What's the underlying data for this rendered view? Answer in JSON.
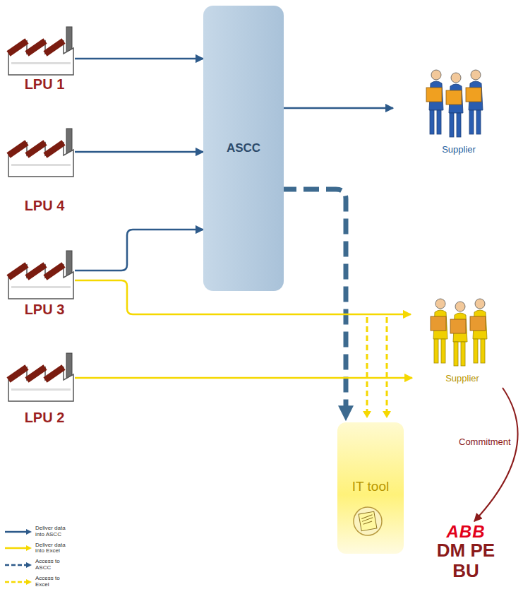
{
  "diagram": {
    "nodes": [
      {
        "text": [
          "LPU 1"
        ]
      },
      {
        "text": [
          "ASCC"
        ]
      },
      {
        "text": [
          "Supplier"
        ]
      },
      {
        "text": [
          "LPU 4"
        ]
      },
      {
        "text": [
          "LPU 3"
        ]
      },
      {
        "text": [
          "Supplier"
        ]
      },
      {
        "text": [
          "LPU 2"
        ]
      },
      {
        "text": [
          "IT tool"
        ]
      },
      {
        "text": [
          "ABB",
          "DM PE BU"
        ]
      }
    ],
    "edges": [
      {
        "from": 0,
        "to": 1,
        "arrow": "to"
      },
      {
        "from": 3,
        "to": 1,
        "arrow": "to"
      },
      {
        "from": 4,
        "to": 1,
        "arrow": "to"
      },
      {
        "from": 1,
        "to": 2,
        "arrow": "to"
      },
      {
        "from": 1,
        "to": 7,
        "arrow": "to"
      },
      {
        "from": 4,
        "to": 5,
        "arrow": "to"
      },
      {
        "from": 6,
        "to": 5,
        "arrow": "to"
      },
      {
        "from": 5,
        "to": 8,
        "label": "Commitment",
        "arrow": "to"
      }
    ],
    "legend": [
      {
        "text": "Deliver data into ASCC"
      },
      {
        "text": "Deliver data into Excel"
      },
      {
        "text": "Access to ASCC"
      },
      {
        "text": "Access to Excel"
      }
    ]
  }
}
